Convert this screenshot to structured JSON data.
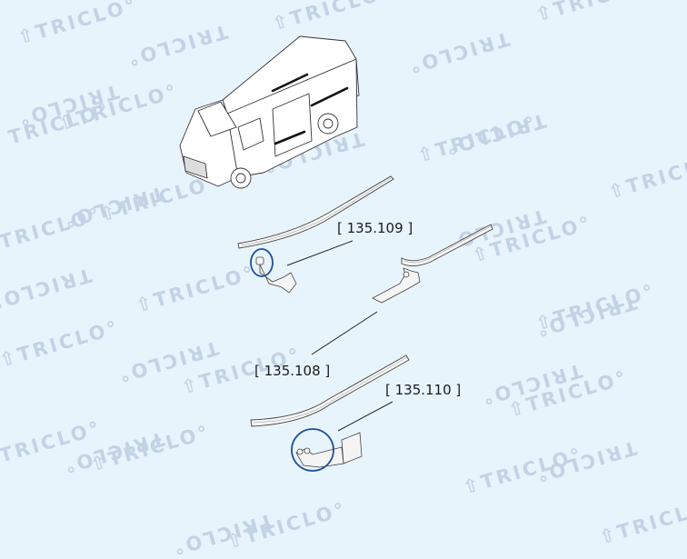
{
  "diagram": {
    "type": "exploded-parts-diagram",
    "watermark_text": "TRICLO",
    "watermark_color": "#c3d3e6",
    "background_color": "#e8f4fb",
    "highlight_color": "#1f4f9a",
    "vehicle": "van",
    "parts": [
      {
        "id": "p109",
        "label": "[ 135.109 ]"
      },
      {
        "id": "p108",
        "label": "[ 135.108 ]"
      },
      {
        "id": "p110",
        "label": "[ 135.110 ]"
      }
    ]
  }
}
